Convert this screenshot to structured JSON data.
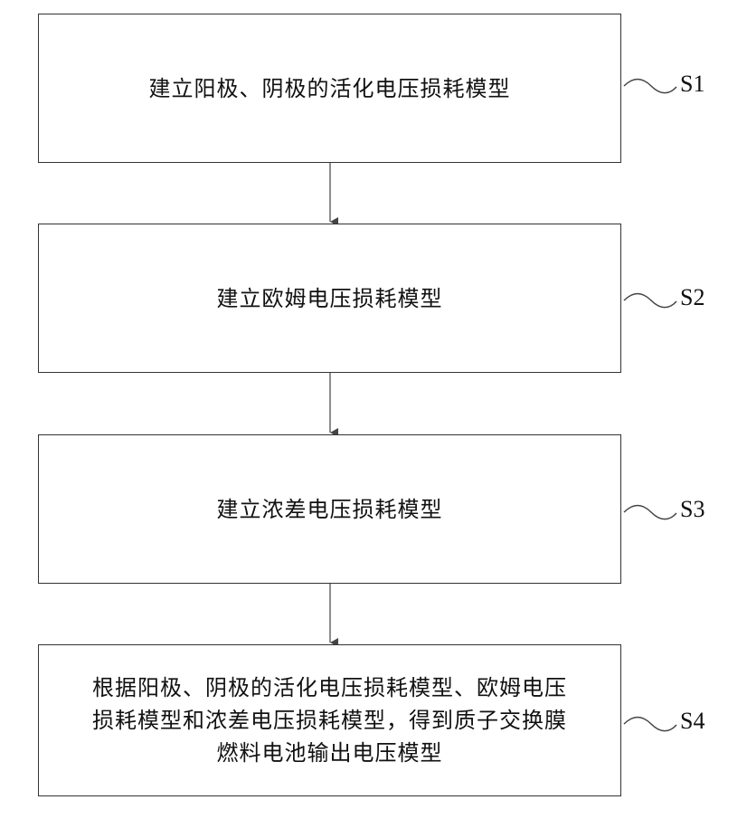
{
  "steps": [
    {
      "id": "S1",
      "text": "建立阳极、阴极的活化电压损耗模型"
    },
    {
      "id": "S2",
      "text": "建立欧姆电压损耗模型"
    },
    {
      "id": "S3",
      "text": "建立浓差电压损耗模型"
    },
    {
      "id": "S4",
      "lines": [
        "根据阳极、阴极的活化电压损耗模型、欧姆电压",
        "损耗模型和浓差电压损耗模型，得到质子交换膜",
        "燃料电池输出电压模型"
      ]
    }
  ]
}
